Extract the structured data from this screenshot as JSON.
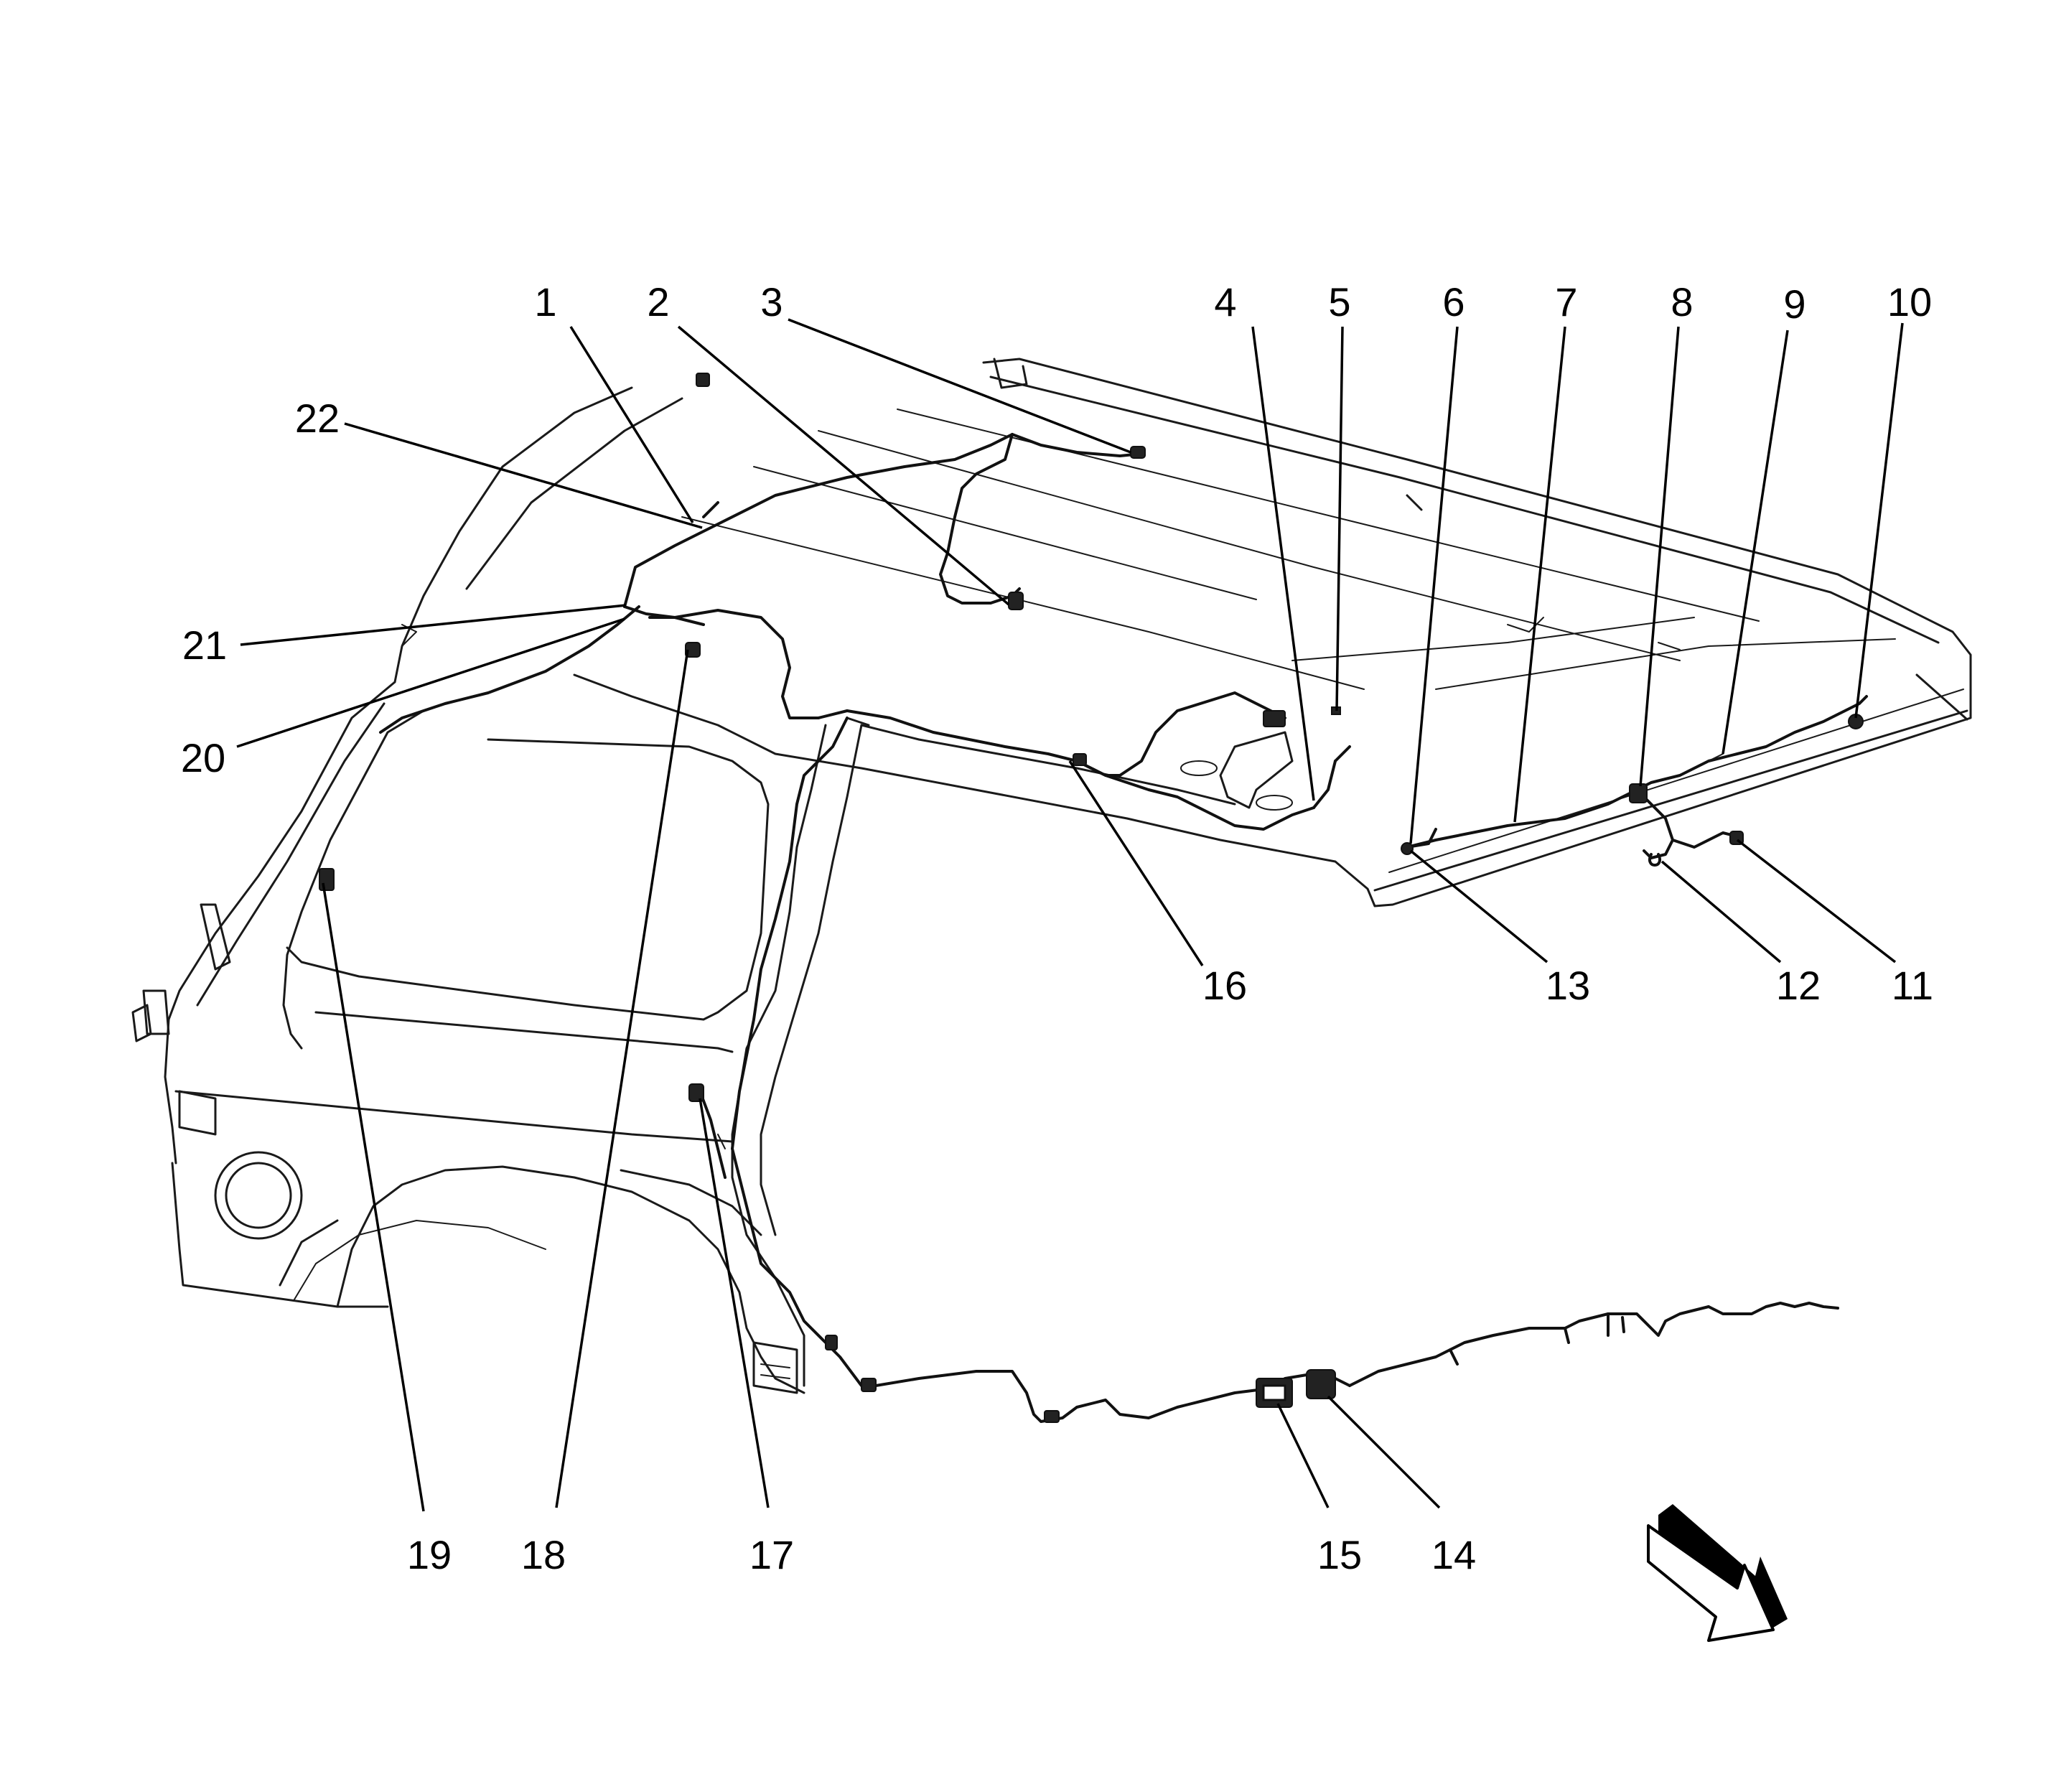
{
  "callouts": [
    {
      "id": "1",
      "label": "1"
    },
    {
      "id": "2",
      "label": "2"
    },
    {
      "id": "3",
      "label": "3"
    },
    {
      "id": "4",
      "label": "4"
    },
    {
      "id": "5",
      "label": "5"
    },
    {
      "id": "6",
      "label": "6"
    },
    {
      "id": "7",
      "label": "7"
    },
    {
      "id": "8",
      "label": "8"
    },
    {
      "id": "9",
      "label": "9"
    },
    {
      "id": "10",
      "label": "10"
    },
    {
      "id": "11",
      "label": "11"
    },
    {
      "id": "12",
      "label": "12"
    },
    {
      "id": "13",
      "label": "13"
    },
    {
      "id": "14",
      "label": "14"
    },
    {
      "id": "15",
      "label": "15"
    },
    {
      "id": "16",
      "label": "16"
    },
    {
      "id": "17",
      "label": "17"
    },
    {
      "id": "18",
      "label": "18"
    },
    {
      "id": "19",
      "label": "19"
    },
    {
      "id": "20",
      "label": "20"
    },
    {
      "id": "21",
      "label": "21"
    },
    {
      "id": "22",
      "label": "22"
    }
  ],
  "icons": {
    "direction_arrow": "front-direction-arrow-icon"
  }
}
